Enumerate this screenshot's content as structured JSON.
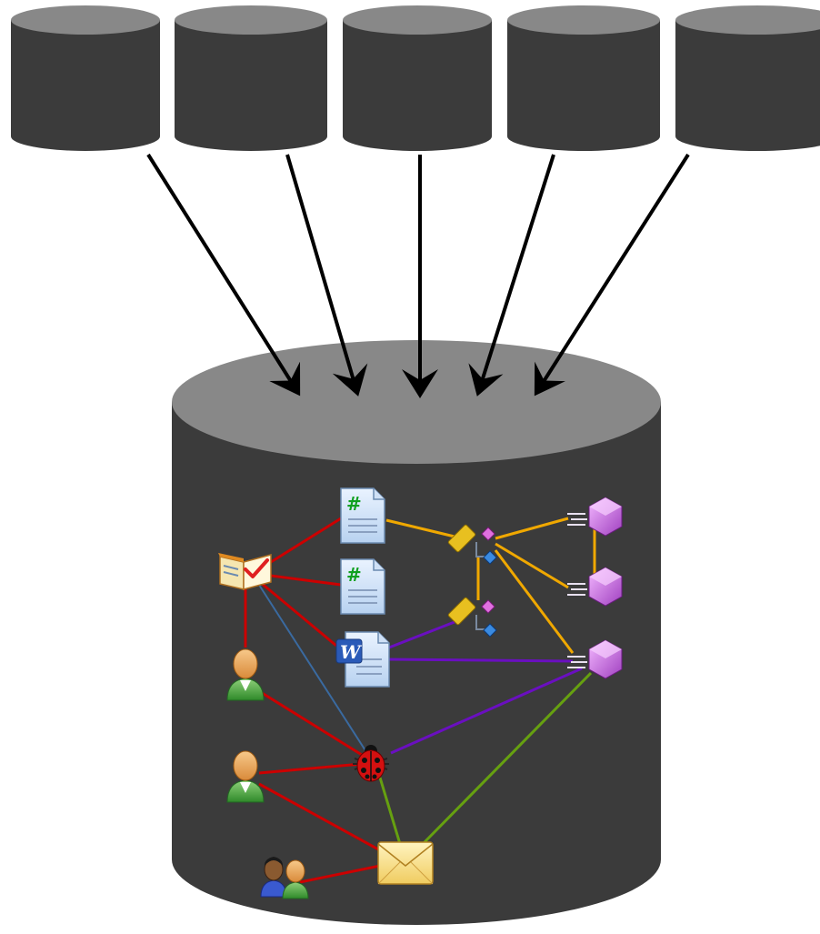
{
  "diagram": {
    "sources": [
      {
        "id": "source-db-1"
      },
      {
        "id": "source-db-2"
      },
      {
        "id": "source-db-3"
      },
      {
        "id": "source-db-4"
      },
      {
        "id": "source-db-5"
      }
    ],
    "target": {
      "id": "central-repository"
    },
    "nodes": [
      {
        "id": "csharp-file-1",
        "icon": "csharp-source-file-icon"
      },
      {
        "id": "csharp-file-2",
        "icon": "csharp-source-file-icon"
      },
      {
        "id": "word-doc",
        "icon": "word-document-icon"
      },
      {
        "id": "project-book",
        "icon": "project-book-icon"
      },
      {
        "id": "person-1",
        "icon": "user-icon"
      },
      {
        "id": "person-2",
        "icon": "user-icon"
      },
      {
        "id": "user-group",
        "icon": "user-group-icon"
      },
      {
        "id": "bug",
        "icon": "ladybug-bug-icon"
      },
      {
        "id": "email",
        "icon": "envelope-email-icon"
      },
      {
        "id": "class-hierarchy-1",
        "icon": "class-hierarchy-icon"
      },
      {
        "id": "class-hierarchy-2",
        "icon": "class-hierarchy-icon"
      },
      {
        "id": "method-1",
        "icon": "method-icon"
      },
      {
        "id": "method-2",
        "icon": "method-icon"
      },
      {
        "id": "method-3",
        "icon": "method-icon"
      }
    ],
    "edge_colors": {
      "red": "#cc0000",
      "orange": "#f0a800",
      "purple": "#6a0fc0",
      "green": "#66a010",
      "blue": "#3a6aa0"
    },
    "colors": {
      "cylinder_body": "#3b3b3b",
      "cylinder_top": "#888888",
      "arrow": "#000000"
    }
  }
}
